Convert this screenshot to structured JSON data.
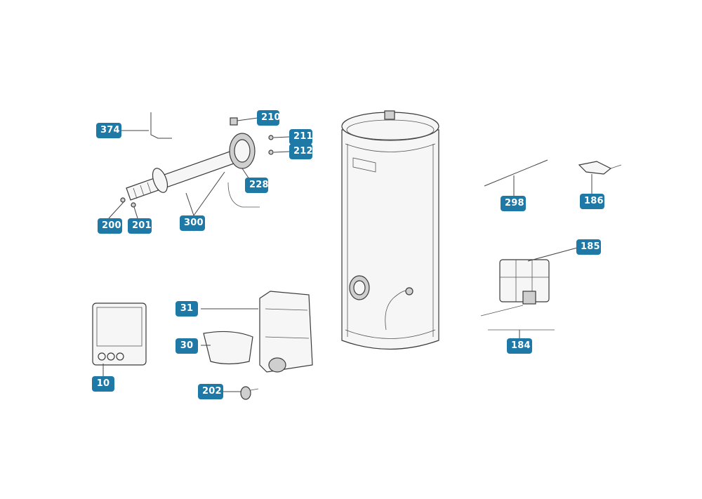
{
  "callouts": [
    {
      "id": "374",
      "label": "374"
    },
    {
      "id": "210",
      "label": "210"
    },
    {
      "id": "211",
      "label": "211"
    },
    {
      "id": "212",
      "label": "212"
    },
    {
      "id": "228",
      "label": "228"
    },
    {
      "id": "200",
      "label": "200"
    },
    {
      "id": "201",
      "label": "201"
    },
    {
      "id": "300",
      "label": "300"
    },
    {
      "id": "298",
      "label": "298"
    },
    {
      "id": "186",
      "label": "186"
    },
    {
      "id": "185",
      "label": "185"
    },
    {
      "id": "184",
      "label": "184"
    },
    {
      "id": "31",
      "label": "31"
    },
    {
      "id": "30",
      "label": "30"
    },
    {
      "id": "10",
      "label": "10"
    },
    {
      "id": "202",
      "label": "202"
    }
  ],
  "colors": {
    "callout_bg": "#1f79a7",
    "callout_text": "#ffffff",
    "line": "#444444"
  }
}
